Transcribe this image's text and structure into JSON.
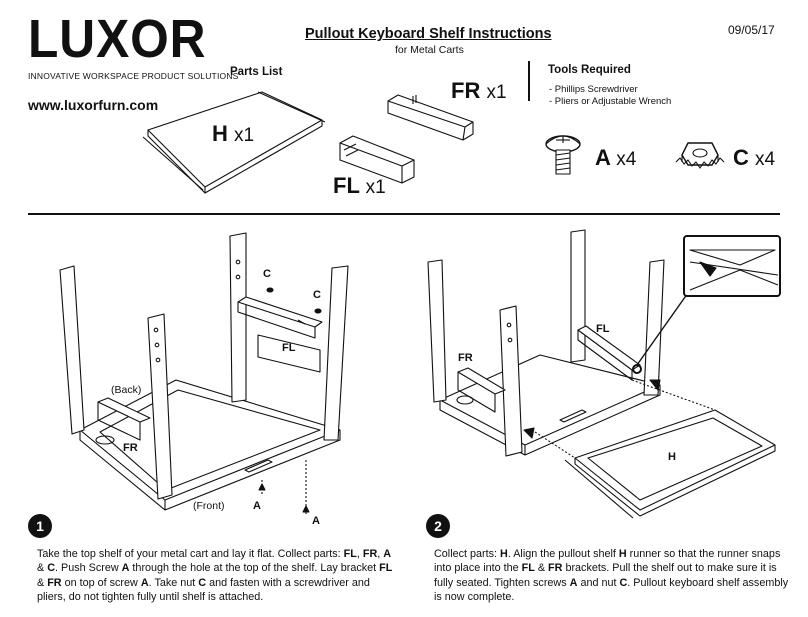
{
  "header": {
    "logo_text": "LUXOR",
    "tagline": "INNOVATIVE WORKSPACE PRODUCT SOLUTIONS",
    "website": "www.luxorfurn.com",
    "title": "Pullout Keyboard Shelf Instructions",
    "subtitle": "for Metal Carts",
    "date": "09/05/17"
  },
  "parts": {
    "heading": "Parts List",
    "items": [
      {
        "code": "H",
        "qty": "x1"
      },
      {
        "code": "FR",
        "qty": "x1"
      },
      {
        "code": "FL",
        "qty": "x1"
      },
      {
        "code": "A",
        "qty": "x4"
      },
      {
        "code": "C",
        "qty": "x4"
      }
    ]
  },
  "tools": {
    "heading": "Tools Required",
    "items": [
      "-  Phillips Screwdriver",
      "-  Pliers or Adjustable Wrench"
    ]
  },
  "steps": [
    {
      "number": "1",
      "labels": {
        "c1": "C",
        "c2": "C",
        "fl": "FL",
        "back": "(Back)",
        "fr": "FR",
        "front": "(Front)",
        "a1": "A",
        "a2": "A"
      },
      "text": [
        {
          "t": "Take the top shelf of your metal cart and lay it flat. Collect parts: ",
          "b": false
        },
        {
          "t": "FL",
          "b": true
        },
        {
          "t": ", ",
          "b": false
        },
        {
          "t": "FR",
          "b": true
        },
        {
          "t": ", ",
          "b": false
        },
        {
          "t": "A",
          "b": true
        },
        {
          "t": " & ",
          "b": false
        },
        {
          "t": "C",
          "b": true
        },
        {
          "t": ". Push Screw ",
          "b": false
        },
        {
          "t": "A",
          "b": true
        },
        {
          "t": " through the hole at the top of the shelf. Lay bracket ",
          "b": false
        },
        {
          "t": "FL",
          "b": true
        },
        {
          "t": " & ",
          "b": false
        },
        {
          "t": "FR",
          "b": true
        },
        {
          "t": " on top of screw ",
          "b": false
        },
        {
          "t": "A",
          "b": true
        },
        {
          "t": ". Take nut ",
          "b": false
        },
        {
          "t": "C",
          "b": true
        },
        {
          "t": " and fasten with a screwdriver and pliers, do not tighten fully until shelf is attached.",
          "b": false
        }
      ]
    },
    {
      "number": "2",
      "labels": {
        "fl": "FL",
        "fr": "FR",
        "h": "H"
      },
      "text": [
        {
          "t": "Collect parts: ",
          "b": false
        },
        {
          "t": "H",
          "b": true
        },
        {
          "t": ". Align the pullout shelf ",
          "b": false
        },
        {
          "t": "H",
          "b": true
        },
        {
          "t": " runner so that the runner snaps into place into the ",
          "b": false
        },
        {
          "t": "FL",
          "b": true
        },
        {
          "t": " & ",
          "b": false
        },
        {
          "t": "FR",
          "b": true
        },
        {
          "t": " brackets. Pull the shelf out to make sure it is fully seated. Tighten screws ",
          "b": false
        },
        {
          "t": "A",
          "b": true
        },
        {
          "t": " and nut ",
          "b": false
        },
        {
          "t": "C",
          "b": true
        },
        {
          "t": ". Pullout keyboard shelf assembly is now complete.",
          "b": false
        }
      ]
    }
  ]
}
